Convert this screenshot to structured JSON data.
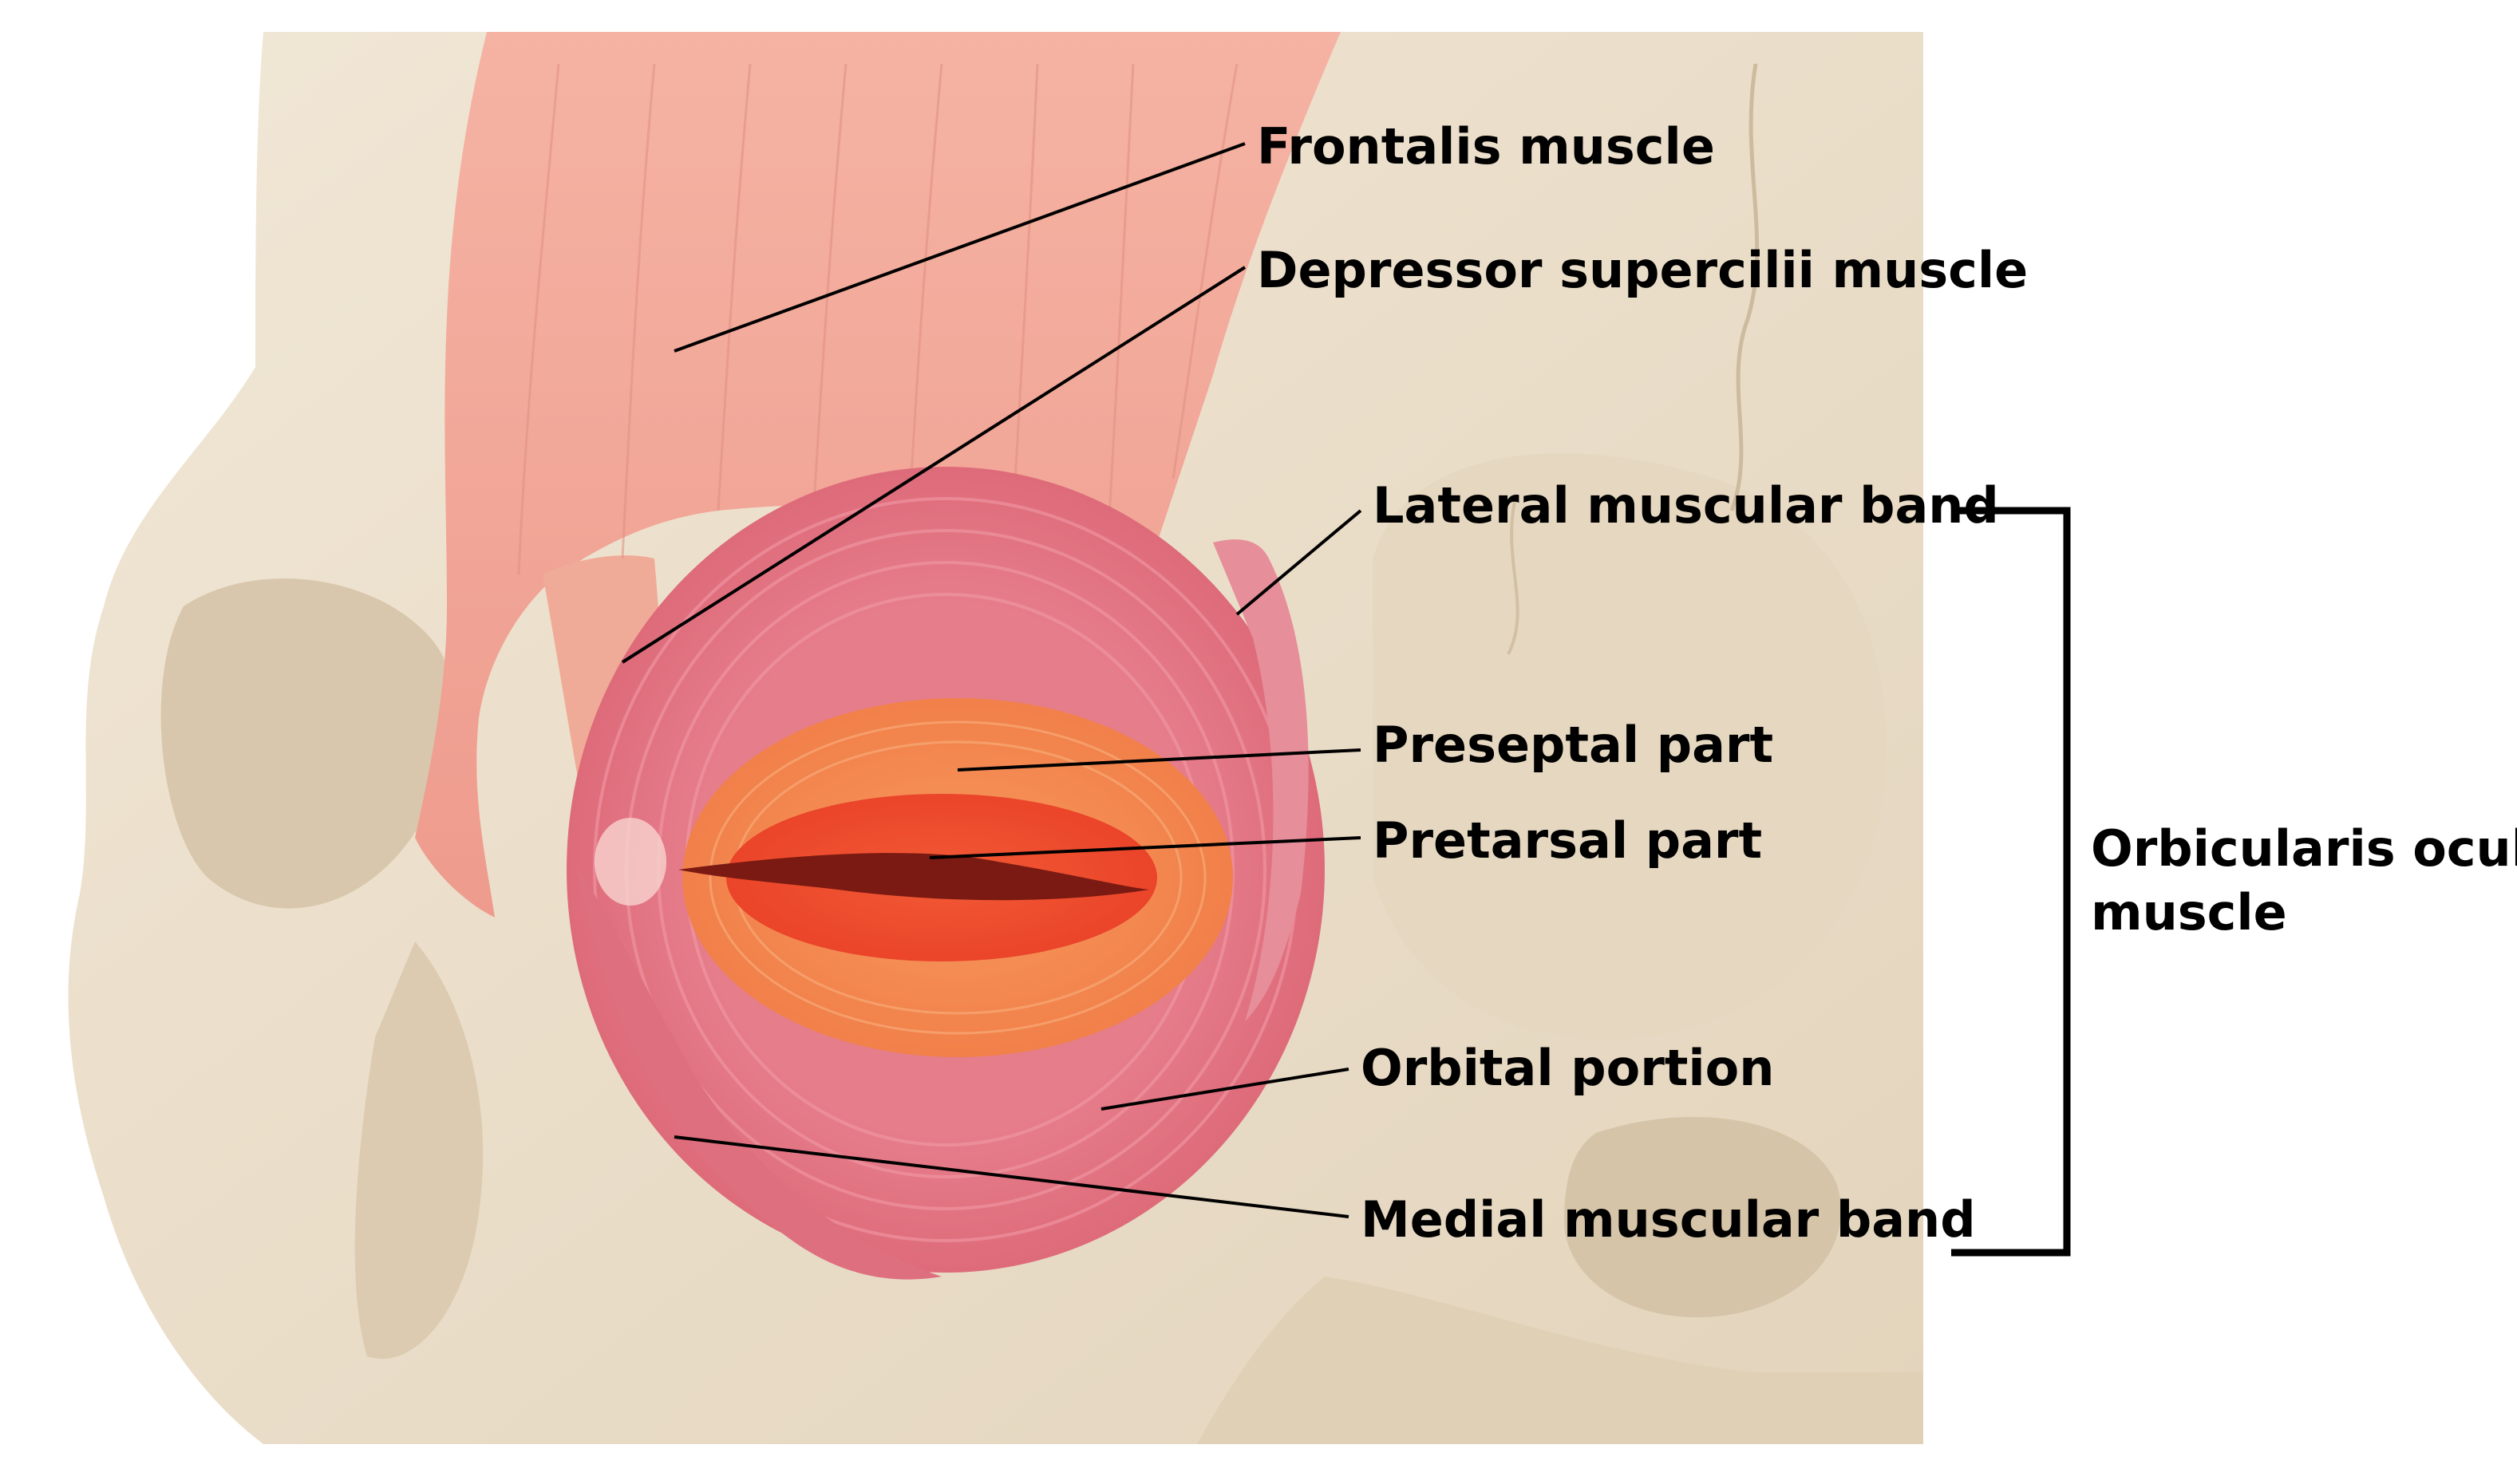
{
  "labels": {
    "frontalis": "Frontalis muscle",
    "depressor": "Depressor supercilii muscle",
    "lateral_band": "Lateral muscular band",
    "preseptal": "Preseptal part",
    "pretarsal": "Pretarsal part",
    "orbital": "Orbital portion",
    "medial_band": "Medial muscular band",
    "group_line1": "Orbicularis oculi",
    "group_line2": "muscle"
  },
  "colors": {
    "bone": "#ede2d0",
    "bone_shadow": "#d9c9b0",
    "frontalis": "#f2a596",
    "orbicularis_orbital": "#e07585",
    "preseptal": "#f58a55",
    "pretarsal": "#ee4b30",
    "leader_line": "#000000"
  }
}
